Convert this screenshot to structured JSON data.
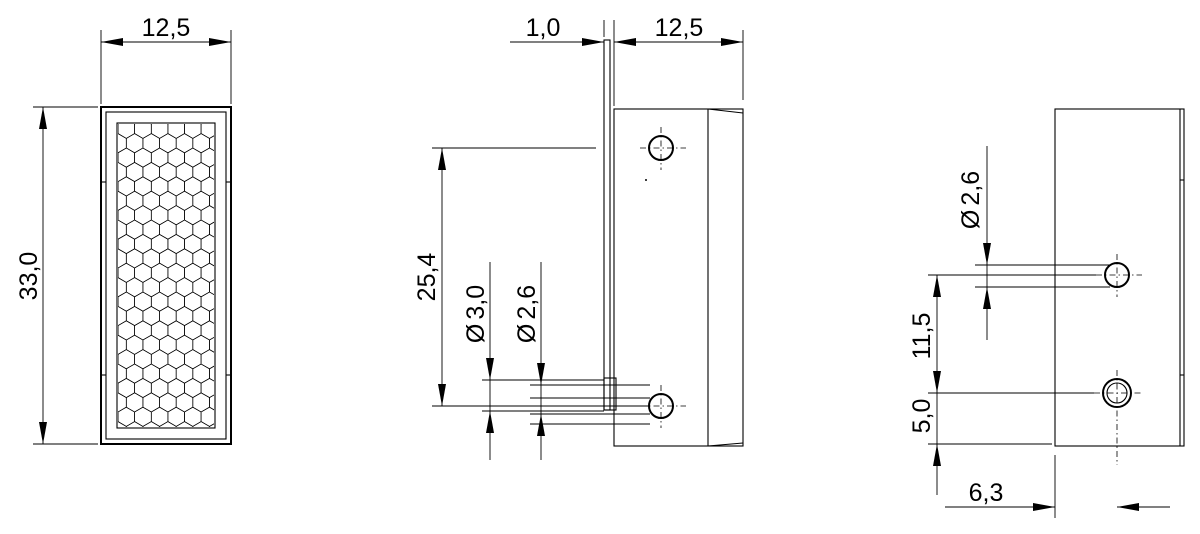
{
  "dimensions": {
    "front_width": "12,5",
    "front_height": "33,0",
    "side_offset": "1,0",
    "side_width": "12,5",
    "side_hole_spacing": "25,4",
    "side_dia_outer": "3,0",
    "side_dia_inner": "2,6",
    "rear_dia": "2,6",
    "rear_hole_spacing": "11,5",
    "rear_bottom_offset": "5,0",
    "rear_side_offset": "6,3"
  },
  "symbols": {
    "diameter": "Ø"
  }
}
